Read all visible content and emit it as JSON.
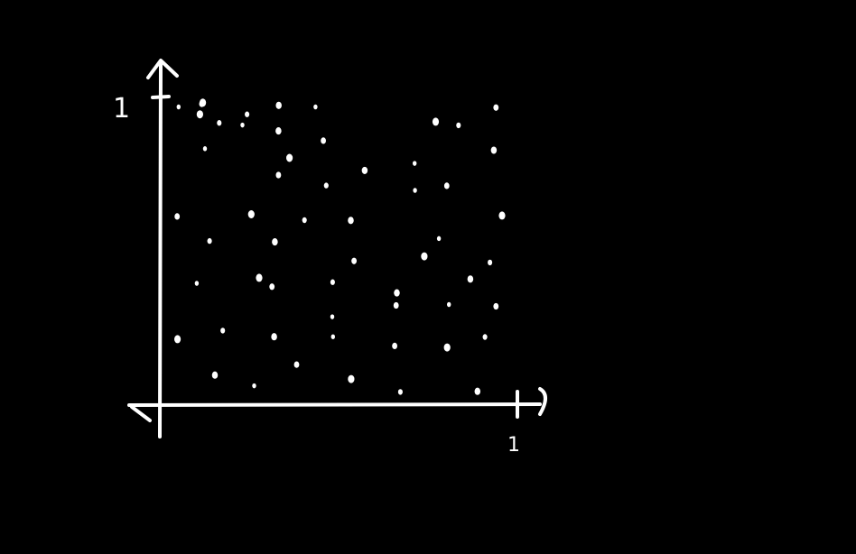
{
  "chart_data": {
    "type": "scatter",
    "title": "",
    "xlabel": "",
    "ylabel": "",
    "xlim": [
      0,
      1
    ],
    "ylim": [
      0,
      1
    ],
    "grid": false,
    "x_tick_labels": [
      "1"
    ],
    "y_tick_labels": [
      "1"
    ],
    "series": [
      {
        "points": [
          [
            0.05,
            0.969
          ],
          [
            0.115,
            0.979
          ],
          [
            0.118,
            0.983
          ],
          [
            0.242,
            0.945
          ],
          [
            0.331,
            0.974
          ],
          [
            0.434,
            0.969
          ],
          [
            0.94,
            0.967
          ],
          [
            0.11,
            0.945
          ],
          [
            0.164,
            0.917
          ],
          [
            0.33,
            0.891
          ],
          [
            0.229,
            0.91
          ],
          [
            0.456,
            0.859
          ],
          [
            0.771,
            0.921
          ],
          [
            0.835,
            0.909
          ],
          [
            0.934,
            0.828
          ],
          [
            0.124,
            0.833
          ],
          [
            0.33,
            0.747
          ],
          [
            0.361,
            0.803
          ],
          [
            0.464,
            0.713
          ],
          [
            0.572,
            0.762
          ],
          [
            0.712,
            0.785
          ],
          [
            0.046,
            0.612
          ],
          [
            0.254,
            0.619
          ],
          [
            0.403,
            0.6
          ],
          [
            0.533,
            0.599
          ],
          [
            0.713,
            0.697
          ],
          [
            0.802,
            0.712
          ],
          [
            0.957,
            0.615
          ],
          [
            0.137,
            0.532
          ],
          [
            0.32,
            0.529
          ],
          [
            0.78,
            0.54
          ],
          [
            0.542,
            0.467
          ],
          [
            0.739,
            0.482
          ],
          [
            0.923,
            0.462
          ],
          [
            0.868,
            0.408
          ],
          [
            0.101,
            0.394
          ],
          [
            0.312,
            0.383
          ],
          [
            0.276,
            0.412
          ],
          [
            0.482,
            0.398
          ],
          [
            0.662,
            0.363
          ],
          [
            0.808,
            0.325
          ],
          [
            0.94,
            0.319
          ],
          [
            0.047,
            0.212
          ],
          [
            0.174,
            0.24
          ],
          [
            0.318,
            0.22
          ],
          [
            0.483,
            0.22
          ],
          [
            0.656,
            0.19
          ],
          [
            0.803,
            0.185
          ],
          [
            0.909,
            0.219
          ],
          [
            0.152,
            0.095
          ],
          [
            0.262,
            0.06
          ],
          [
            0.381,
            0.129
          ],
          [
            0.534,
            0.082
          ],
          [
            0.672,
            0.04
          ],
          [
            0.888,
            0.042
          ],
          [
            0.481,
            0.285
          ],
          [
            0.66,
            0.322
          ]
        ]
      }
    ],
    "colors": {
      "background": "#000000",
      "ink": "#ffffff"
    }
  }
}
